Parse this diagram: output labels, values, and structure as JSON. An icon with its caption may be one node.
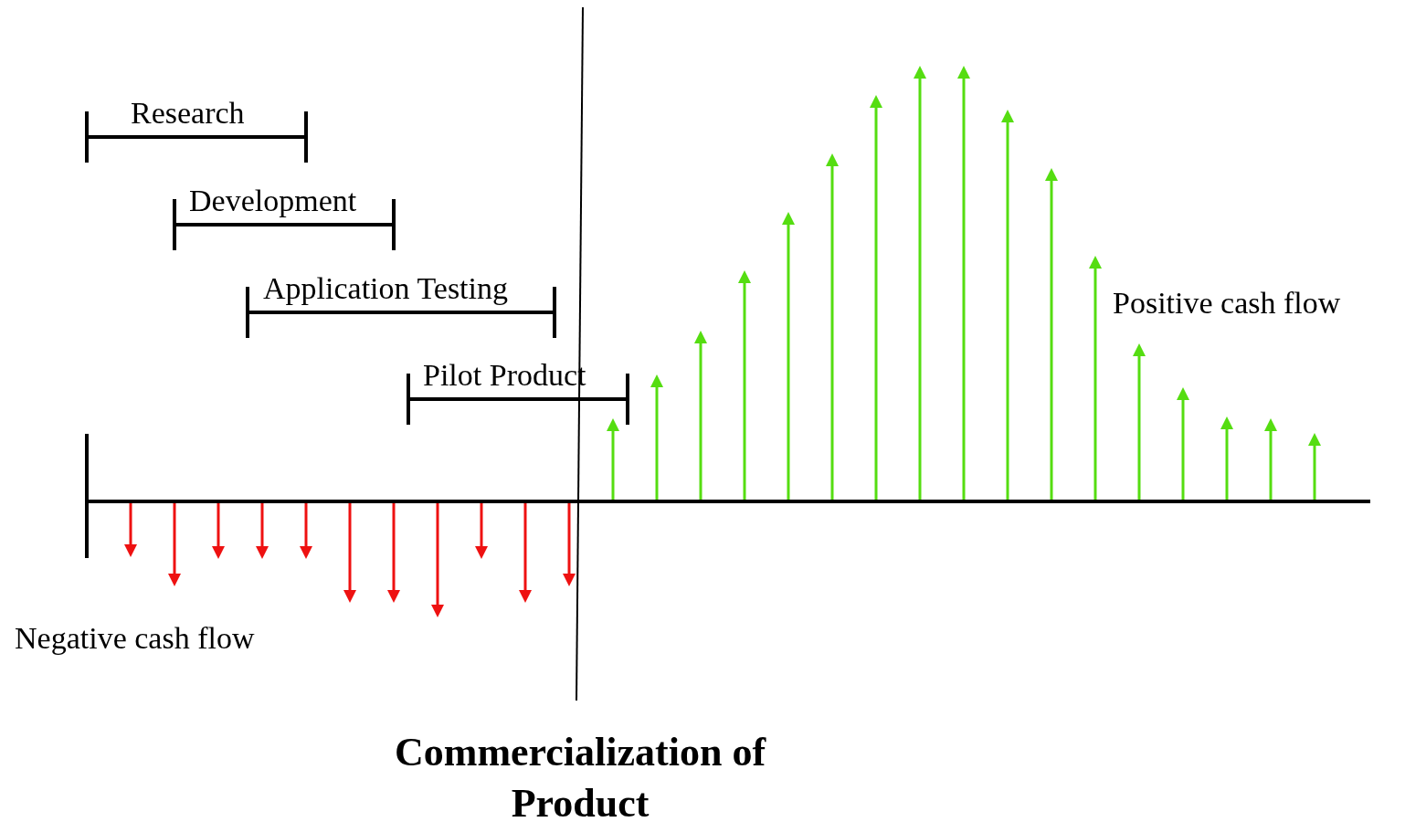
{
  "diagram": {
    "labels": [
      "Research",
      "Development",
      "Application Testing",
      "Pilot Product",
      "Positive cash flow",
      "Negative cash flow",
      "Commercialization of Product"
    ]
  }
}
